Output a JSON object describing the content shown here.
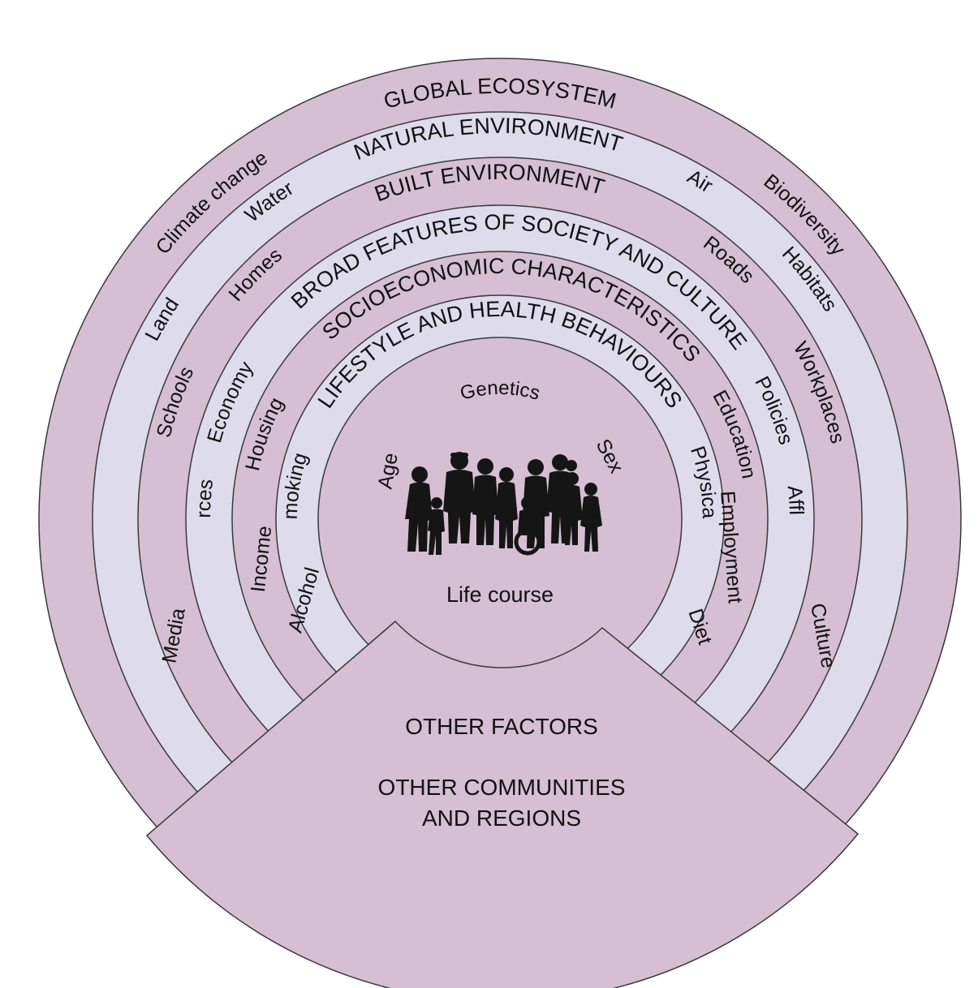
{
  "colors": {
    "mauve": "#d6bfd2",
    "light": "#dedbea",
    "stroke": "#3a3a3a"
  },
  "rings": {
    "global": {
      "title": "GLOBAL ECOSYSTEM",
      "left": "Climate change",
      "right": "Biodiversity"
    },
    "natural": {
      "title": "NATURAL ENVIRONMENT",
      "left_1": "Water",
      "left_2": "Land",
      "right_1": "Air",
      "right_2": "Habitats"
    },
    "built": {
      "title": "BUILT ENVIRONMENT",
      "left_1": "Homes",
      "left_2": "Schools",
      "right_1": "Roads",
      "right_2": "Workplaces"
    },
    "society": {
      "title": "BROAD FEATURES OF SOCIETY AND CULTURE",
      "left_1": "Economy",
      "left_2": "Resources",
      "left_3": "Media",
      "right_1": "Policies",
      "right_2": "Affluence",
      "right_3": "Culture"
    },
    "socioeconomic": {
      "title": "SOCIOECONOMIC CHARACTERISTICS",
      "left_1": "Housing",
      "left_2": "Income",
      "right_1": "Education",
      "right_2": "Employment"
    },
    "lifestyle": {
      "title": "LIFESTYLE AND HEALTH BEHAVIOURS",
      "left_1": "Smoking",
      "left_2": "Alcohol",
      "right_1": "Physical activity",
      "right_2": "Diet"
    }
  },
  "core": {
    "genetics": "Genetics",
    "age": "Age",
    "sex": "Sex",
    "life_course": "Life course",
    "people_icon": "people-group-silhouette"
  },
  "wedge": {
    "line_1": "OTHER FACTORS",
    "line_2": "OTHER COMMUNITIES",
    "line_3": "AND REGIONS"
  }
}
